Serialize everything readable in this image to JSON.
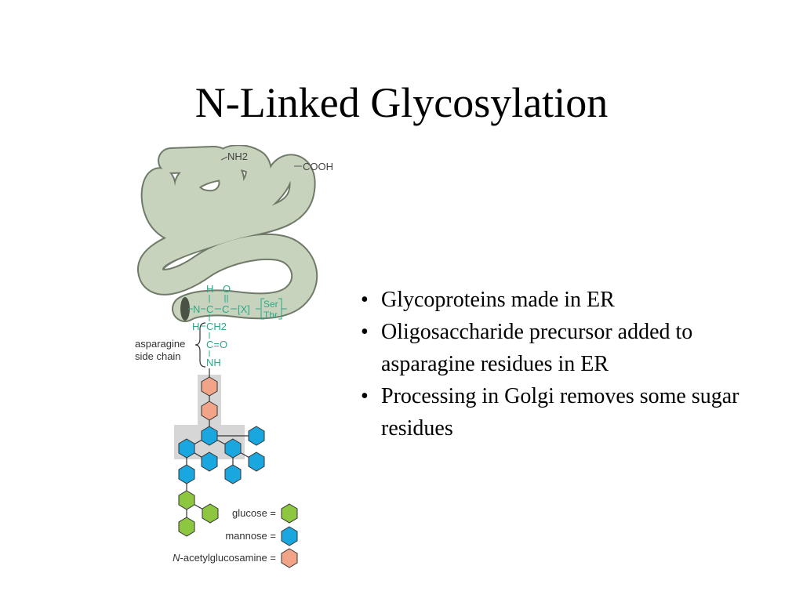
{
  "slide": {
    "title": "N-Linked Glycosylation",
    "bullets": [
      "Glycoproteins made in ER",
      "Oligosaccharide precursor added to asparagine residues in ER",
      "Processing in Golgi removes some sugar residues"
    ],
    "bullet_marker": "•"
  },
  "diagram": {
    "protein_labels": {
      "nh2": "NH2",
      "cooh": "COOH"
    },
    "chem": {
      "h_top": "H",
      "o_top": "O",
      "backbone_n": "N",
      "backbone_c1": "C",
      "backbone_c2": "C",
      "x": "[X]",
      "ser": "Ser",
      "thr": "Thr",
      "h_left": "H",
      "ch2": "CH2",
      "c_eq_o": "C=O",
      "nh": "NH"
    },
    "side_chain_label": [
      "asparagine",
      "side chain"
    ],
    "legend": [
      {
        "label": "glucose =",
        "color": "#8dc63f"
      },
      {
        "label": "mannose =",
        "color": "#1aa7e0"
      },
      {
        "label_italic": "N",
        "label": "-acetylglucosamine =",
        "color": "#f2a488"
      }
    ],
    "colors": {
      "protein_fill": "#c8d3be",
      "protein_edge": "#6f7a68",
      "chem_green": "#2aaa8a",
      "glucose": "#8dc63f",
      "mannose": "#1aa7e0",
      "nacetylglucosamine": "#f2a488",
      "highlight": "#d6d6d6"
    }
  }
}
